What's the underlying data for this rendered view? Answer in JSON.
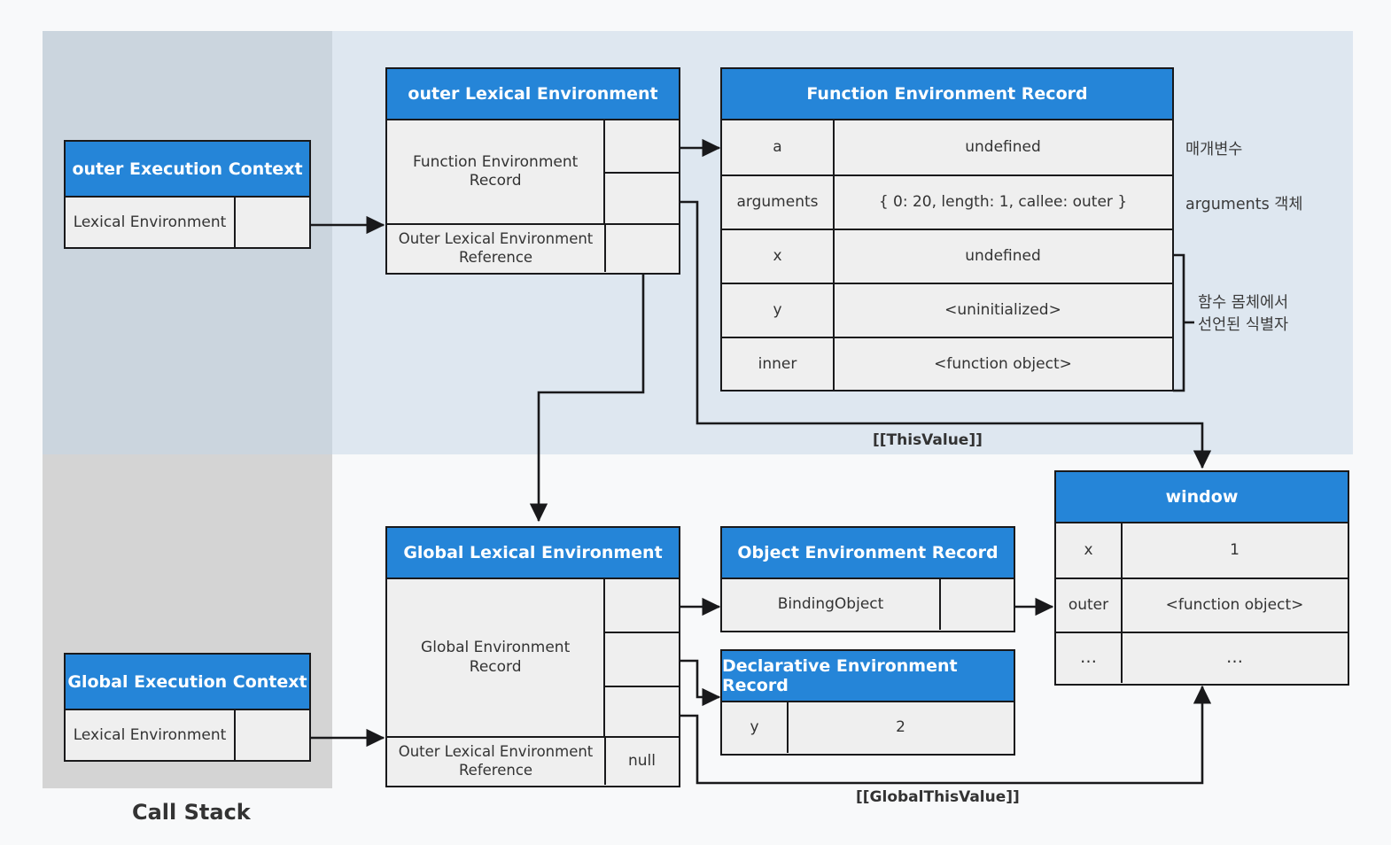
{
  "colors": {
    "header_blue": "#2585d8",
    "panel_exec_gray": "#cbd5de",
    "panel_exec_blue": "#dee7f0",
    "panel_global_gray": "#d4d4d4",
    "cell_bg": "#efefef",
    "page_bg": "#f8f9fa",
    "stroke": "#19191b"
  },
  "outer_execution_context": {
    "title": "outer Execution Context",
    "rows": [
      {
        "label": "Lexical Environment",
        "pointer": true
      }
    ]
  },
  "outer_lexical_environment": {
    "title": "outer Lexical Environment",
    "rows": [
      {
        "label": "Function Environment Record",
        "pointers": 2
      },
      {
        "label": "Outer Lexical Environment Reference",
        "pointers": 1
      }
    ]
  },
  "function_environment_record": {
    "title": "Function Environment Record",
    "rows": [
      {
        "key": "a",
        "value": "undefined"
      },
      {
        "key": "arguments",
        "value": "{ 0: 20, length: 1, callee: outer }"
      },
      {
        "key": "x",
        "value": "undefined"
      },
      {
        "key": "y",
        "value": "<uninitialized>"
      },
      {
        "key": "inner",
        "value": "<function object>"
      }
    ]
  },
  "annotations": {
    "parameter": "매개변수",
    "arguments_object": "arguments 객체",
    "body_identifiers_line1": "함수 몸체에서",
    "body_identifiers_line2": "선언된 식별자"
  },
  "global_execution_context": {
    "title": "Global Execution Context",
    "rows": [
      {
        "label": "Lexical Environment",
        "pointer": true
      }
    ]
  },
  "global_lexical_environment": {
    "title": "Global Lexical Environment",
    "rows": [
      {
        "label": "Global Environment Record",
        "pointers": 3
      },
      {
        "label": "Outer Lexical Environment Reference",
        "value": "null"
      }
    ]
  },
  "object_environment_record": {
    "title": "Object Environment Record",
    "rows": [
      {
        "label": "BindingObject",
        "pointer": true
      }
    ]
  },
  "declarative_environment_record": {
    "title": "Declarative Environment Record",
    "rows": [
      {
        "key": "y",
        "value": "2"
      }
    ]
  },
  "window_object": {
    "title": "window",
    "rows": [
      {
        "key": "x",
        "value": "1"
      },
      {
        "key": "outer",
        "value": "<function object>"
      },
      {
        "key": "…",
        "value": "…"
      }
    ]
  },
  "link_labels": {
    "this_value": "[[ThisValue]]",
    "global_this_value": "[[GlobalThisValue]]"
  },
  "call_stack_label": "Call Stack"
}
